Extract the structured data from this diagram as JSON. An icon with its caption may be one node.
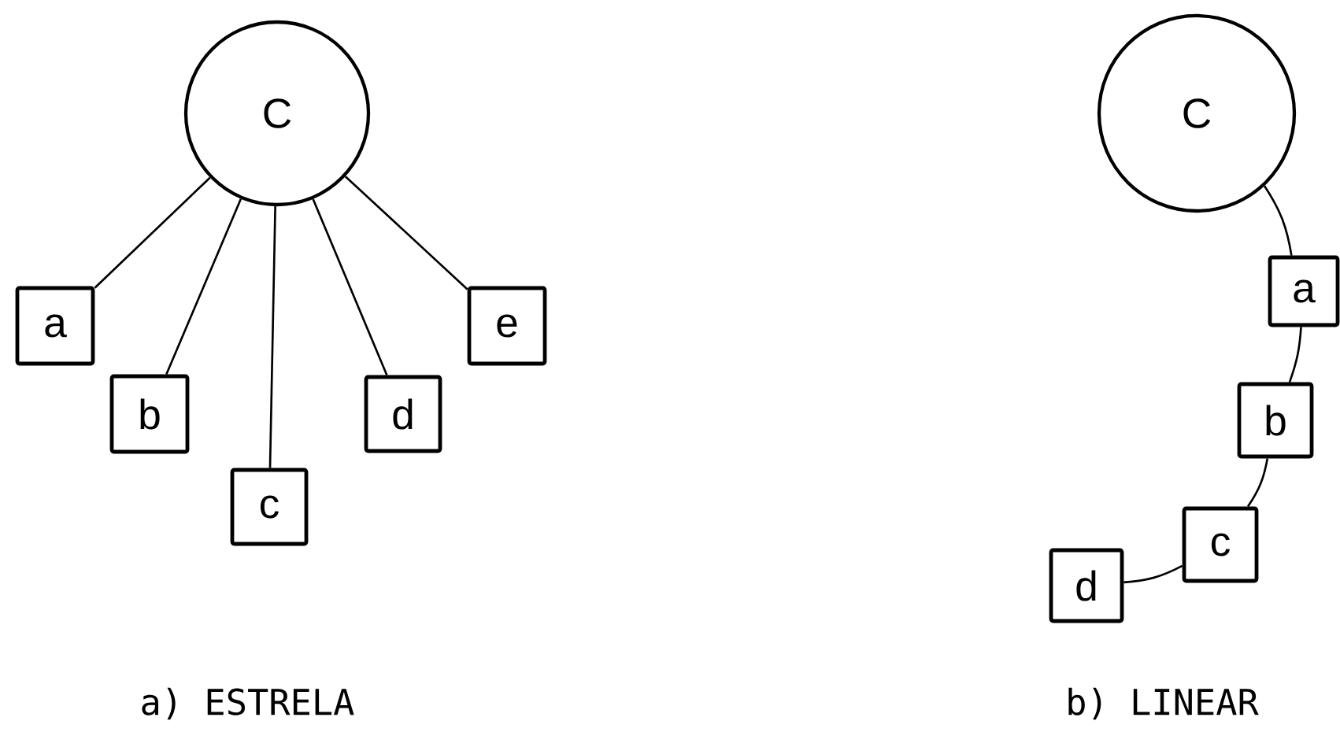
{
  "diagram": {
    "nodes": [
      {
        "text": [
          "C"
        ]
      },
      {
        "text": [
          "a"
        ]
      },
      {
        "text": [
          "b"
        ]
      },
      {
        "text": [
          "c"
        ]
      },
      {
        "text": [
          "d"
        ]
      },
      {
        "text": [
          "e"
        ]
      },
      {
        "text": [
          "C"
        ]
      },
      {
        "text": [
          "a"
        ]
      },
      {
        "text": [
          "b"
        ]
      },
      {
        "text": [
          "c"
        ]
      },
      {
        "text": [
          "d"
        ]
      }
    ],
    "edges": [
      {
        "from": 0,
        "to": 1,
        "arrow": "none"
      },
      {
        "from": 0,
        "to": 2,
        "arrow": "none"
      },
      {
        "from": 0,
        "to": 3,
        "arrow": "none"
      },
      {
        "from": 0,
        "to": 4,
        "arrow": "none"
      },
      {
        "from": 0,
        "to": 5,
        "arrow": "none"
      },
      {
        "from": 6,
        "to": 7,
        "arrow": "none"
      },
      {
        "from": 7,
        "to": 8,
        "arrow": "none"
      },
      {
        "from": 8,
        "to": 9,
        "arrow": "none"
      },
      {
        "from": 9,
        "to": 10,
        "arrow": "none"
      }
    ],
    "labels": [
      "a) ESTRELA",
      "b) LINEAR"
    ]
  }
}
